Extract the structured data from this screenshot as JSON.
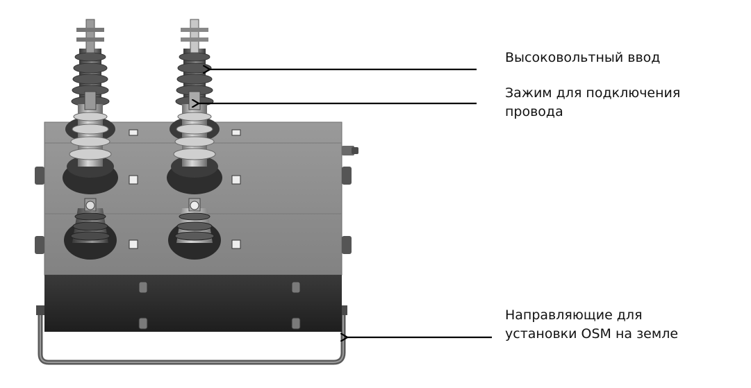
{
  "callouts": {
    "hv_bushing": {
      "line1": "Высоковольтный ввод"
    },
    "wire_clamp": {
      "line1": "Зажим для подключения",
      "line2": "провода"
    },
    "ground_rails": {
      "line1": "Направляющие для",
      "line2": "установки OSM на земле"
    }
  },
  "colors": {
    "body": "#8e8e8e",
    "base": "#2e2e2e",
    "insulator": "#4a4a4a",
    "arrow": "#000000",
    "text": "#111111"
  }
}
